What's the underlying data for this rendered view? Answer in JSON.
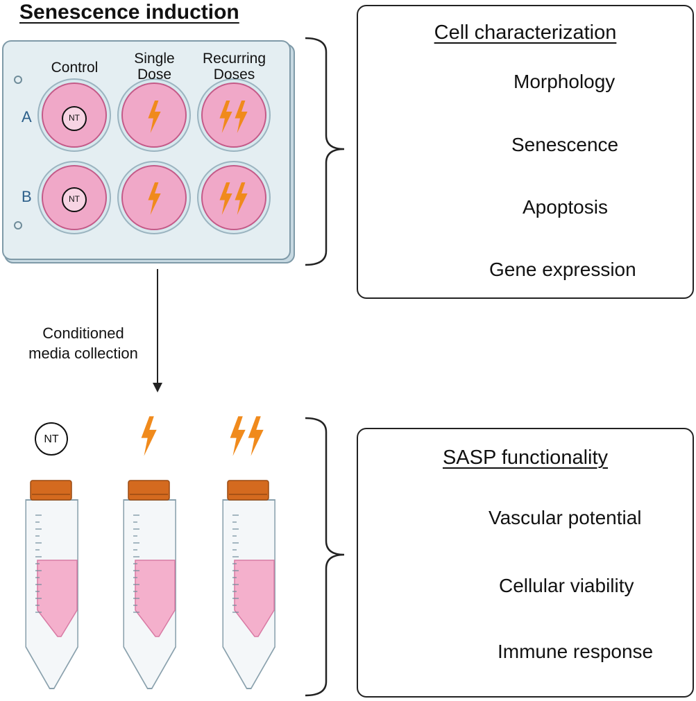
{
  "induction": {
    "title": "Senescence induction",
    "columns": [
      "Control",
      "Single Dose",
      "Recurring Doses"
    ],
    "rows": [
      "A",
      "B"
    ],
    "untreated_label": "NT"
  },
  "collection_label": "Conditioned media collection",
  "media": {
    "untreated_label": "NT"
  },
  "characterization": {
    "title": "Cell characterization",
    "items": [
      {
        "label": "Morphology",
        "icon": "fibroblast-cell-icon"
      },
      {
        "label": "Senescence",
        "icon": "senescent-cells-icon"
      },
      {
        "label": "Apoptosis",
        "icon": "apoptotic-cell-icon"
      },
      {
        "label": "Gene expression",
        "icon": "dna-helix-icon"
      }
    ]
  },
  "sasp": {
    "title": "SASP functionality",
    "items": [
      {
        "label": "Vascular potential",
        "icon": "blood-vessel-icon"
      },
      {
        "label": "Cellular viability",
        "icon": "dividing-cell-icon"
      },
      {
        "label": "Immune response",
        "icon": "immune-cell-icon"
      }
    ]
  },
  "colors": {
    "well_fill": "#f0a8c8",
    "plate": "#dce8ee",
    "bolt": "#f08a1c",
    "tube_cap": "#d46a1f",
    "media": "#f4b0cc"
  }
}
